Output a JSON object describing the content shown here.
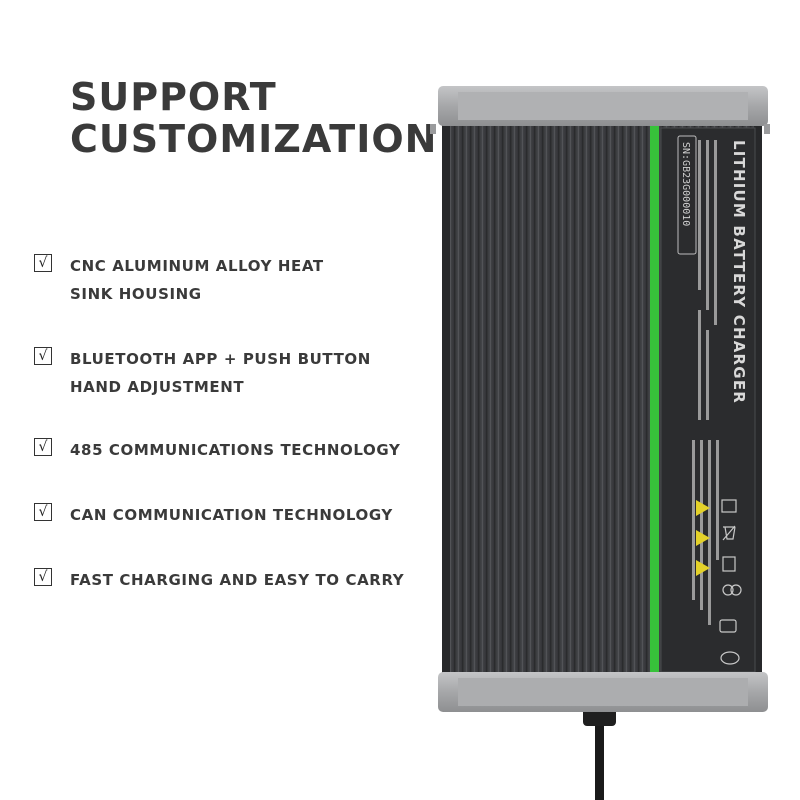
{
  "headline": {
    "line1": "SUPPORT",
    "line2": "CUSTOMIZATION"
  },
  "features": [
    {
      "check": "√",
      "lines": [
        "CNC ALUMINUM ALLOY HEAT",
        "SINK HOUSING"
      ]
    },
    {
      "check": "√",
      "lines": [
        "BLUETOOTH APP + PUSH BUTTON",
        "HAND ADJUSTMENT"
      ]
    },
    {
      "check": "√",
      "lines": [
        "485 COMMUNICATIONS TECHNOLOGY"
      ]
    },
    {
      "check": "√",
      "lines": [
        "CAN COMMUNICATION TECHNOLOGY"
      ]
    },
    {
      "check": "√",
      "lines": [
        "FAST CHARGING AND EASY TO CARRY"
      ]
    }
  ],
  "product": {
    "label_title": "LITHIUM BATTERY CHARGER",
    "serial": "SN:GB23G000010",
    "colors": {
      "body": "#3e3f41",
      "end_cap": "#a9aaac",
      "green_stripe": "#37c23a",
      "label_bg": "#2b2c2e"
    },
    "icons": [
      "warning-icon",
      "warning-icon",
      "warning-icon",
      "indoor-use-icon",
      "recycle-bin-icon",
      "battery-icon",
      "ce-mark",
      "rohs-mark"
    ]
  }
}
